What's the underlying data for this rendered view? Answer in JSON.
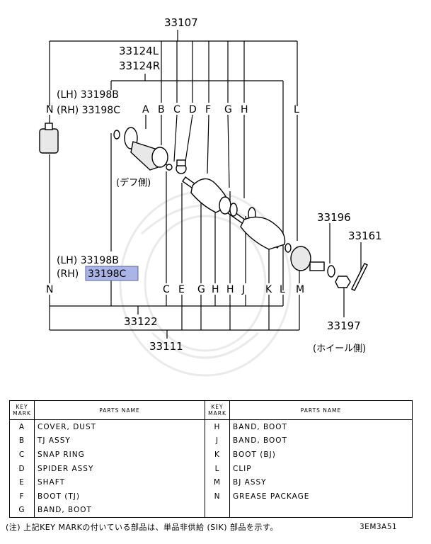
{
  "diagram": {
    "callouts": {
      "assembly_33107": "33107",
      "label_33124l": "33124L",
      "label_33124r": "33124R",
      "lh_top": "(LH) 33198B",
      "rh_top": "(RH) 33198C",
      "lh_bottom": "(LH) 33198B",
      "rh_bottom_prefix": "(RH)",
      "rh_bottom_highlight": "33198C",
      "label_33122": "33122",
      "label_33111": "33111",
      "label_33196": "33196",
      "label_33161": "33161",
      "label_33197": "33197",
      "diff_side": "(デフ側)",
      "wheel_side": "(ホイール側)"
    },
    "top_letters": [
      "N",
      "A",
      "B",
      "C",
      "D",
      "F",
      "G",
      "H",
      "L"
    ],
    "bottom_letters": [
      "N",
      "C",
      "E",
      "G",
      "H",
      "H",
      "J",
      "K",
      "L",
      "M"
    ],
    "highlight_color": "#aab4e6"
  },
  "table": {
    "header_key": "KEY MARK",
    "header_name": "PARTS NAME",
    "rows": [
      {
        "k1": "A",
        "n1": "COVER, DUST",
        "k2": "H",
        "n2": "BAND, BOOT"
      },
      {
        "k1": "B",
        "n1": "TJ ASSY",
        "k2": "J",
        "n2": "BAND, BOOT"
      },
      {
        "k1": "C",
        "n1": "SNAP RING",
        "k2": "K",
        "n2": "BOOT (BJ)"
      },
      {
        "k1": "D",
        "n1": "SPIDER ASSY",
        "k2": "L",
        "n2": "CLIP"
      },
      {
        "k1": "E",
        "n1": "SHAFT",
        "k2": "M",
        "n2": "BJ ASSY"
      },
      {
        "k1": "F",
        "n1": "BOOT (TJ)",
        "k2": "N",
        "n2": "GREASE PACKAGE"
      },
      {
        "k1": "G",
        "n1": "BAND, BOOT",
        "k2": "",
        "n2": ""
      }
    ]
  },
  "note": "(注) 上記KEY MARKの付いている部品は、単品非供給 (SIK) 部品を示す。",
  "code": "3EM3A51"
}
